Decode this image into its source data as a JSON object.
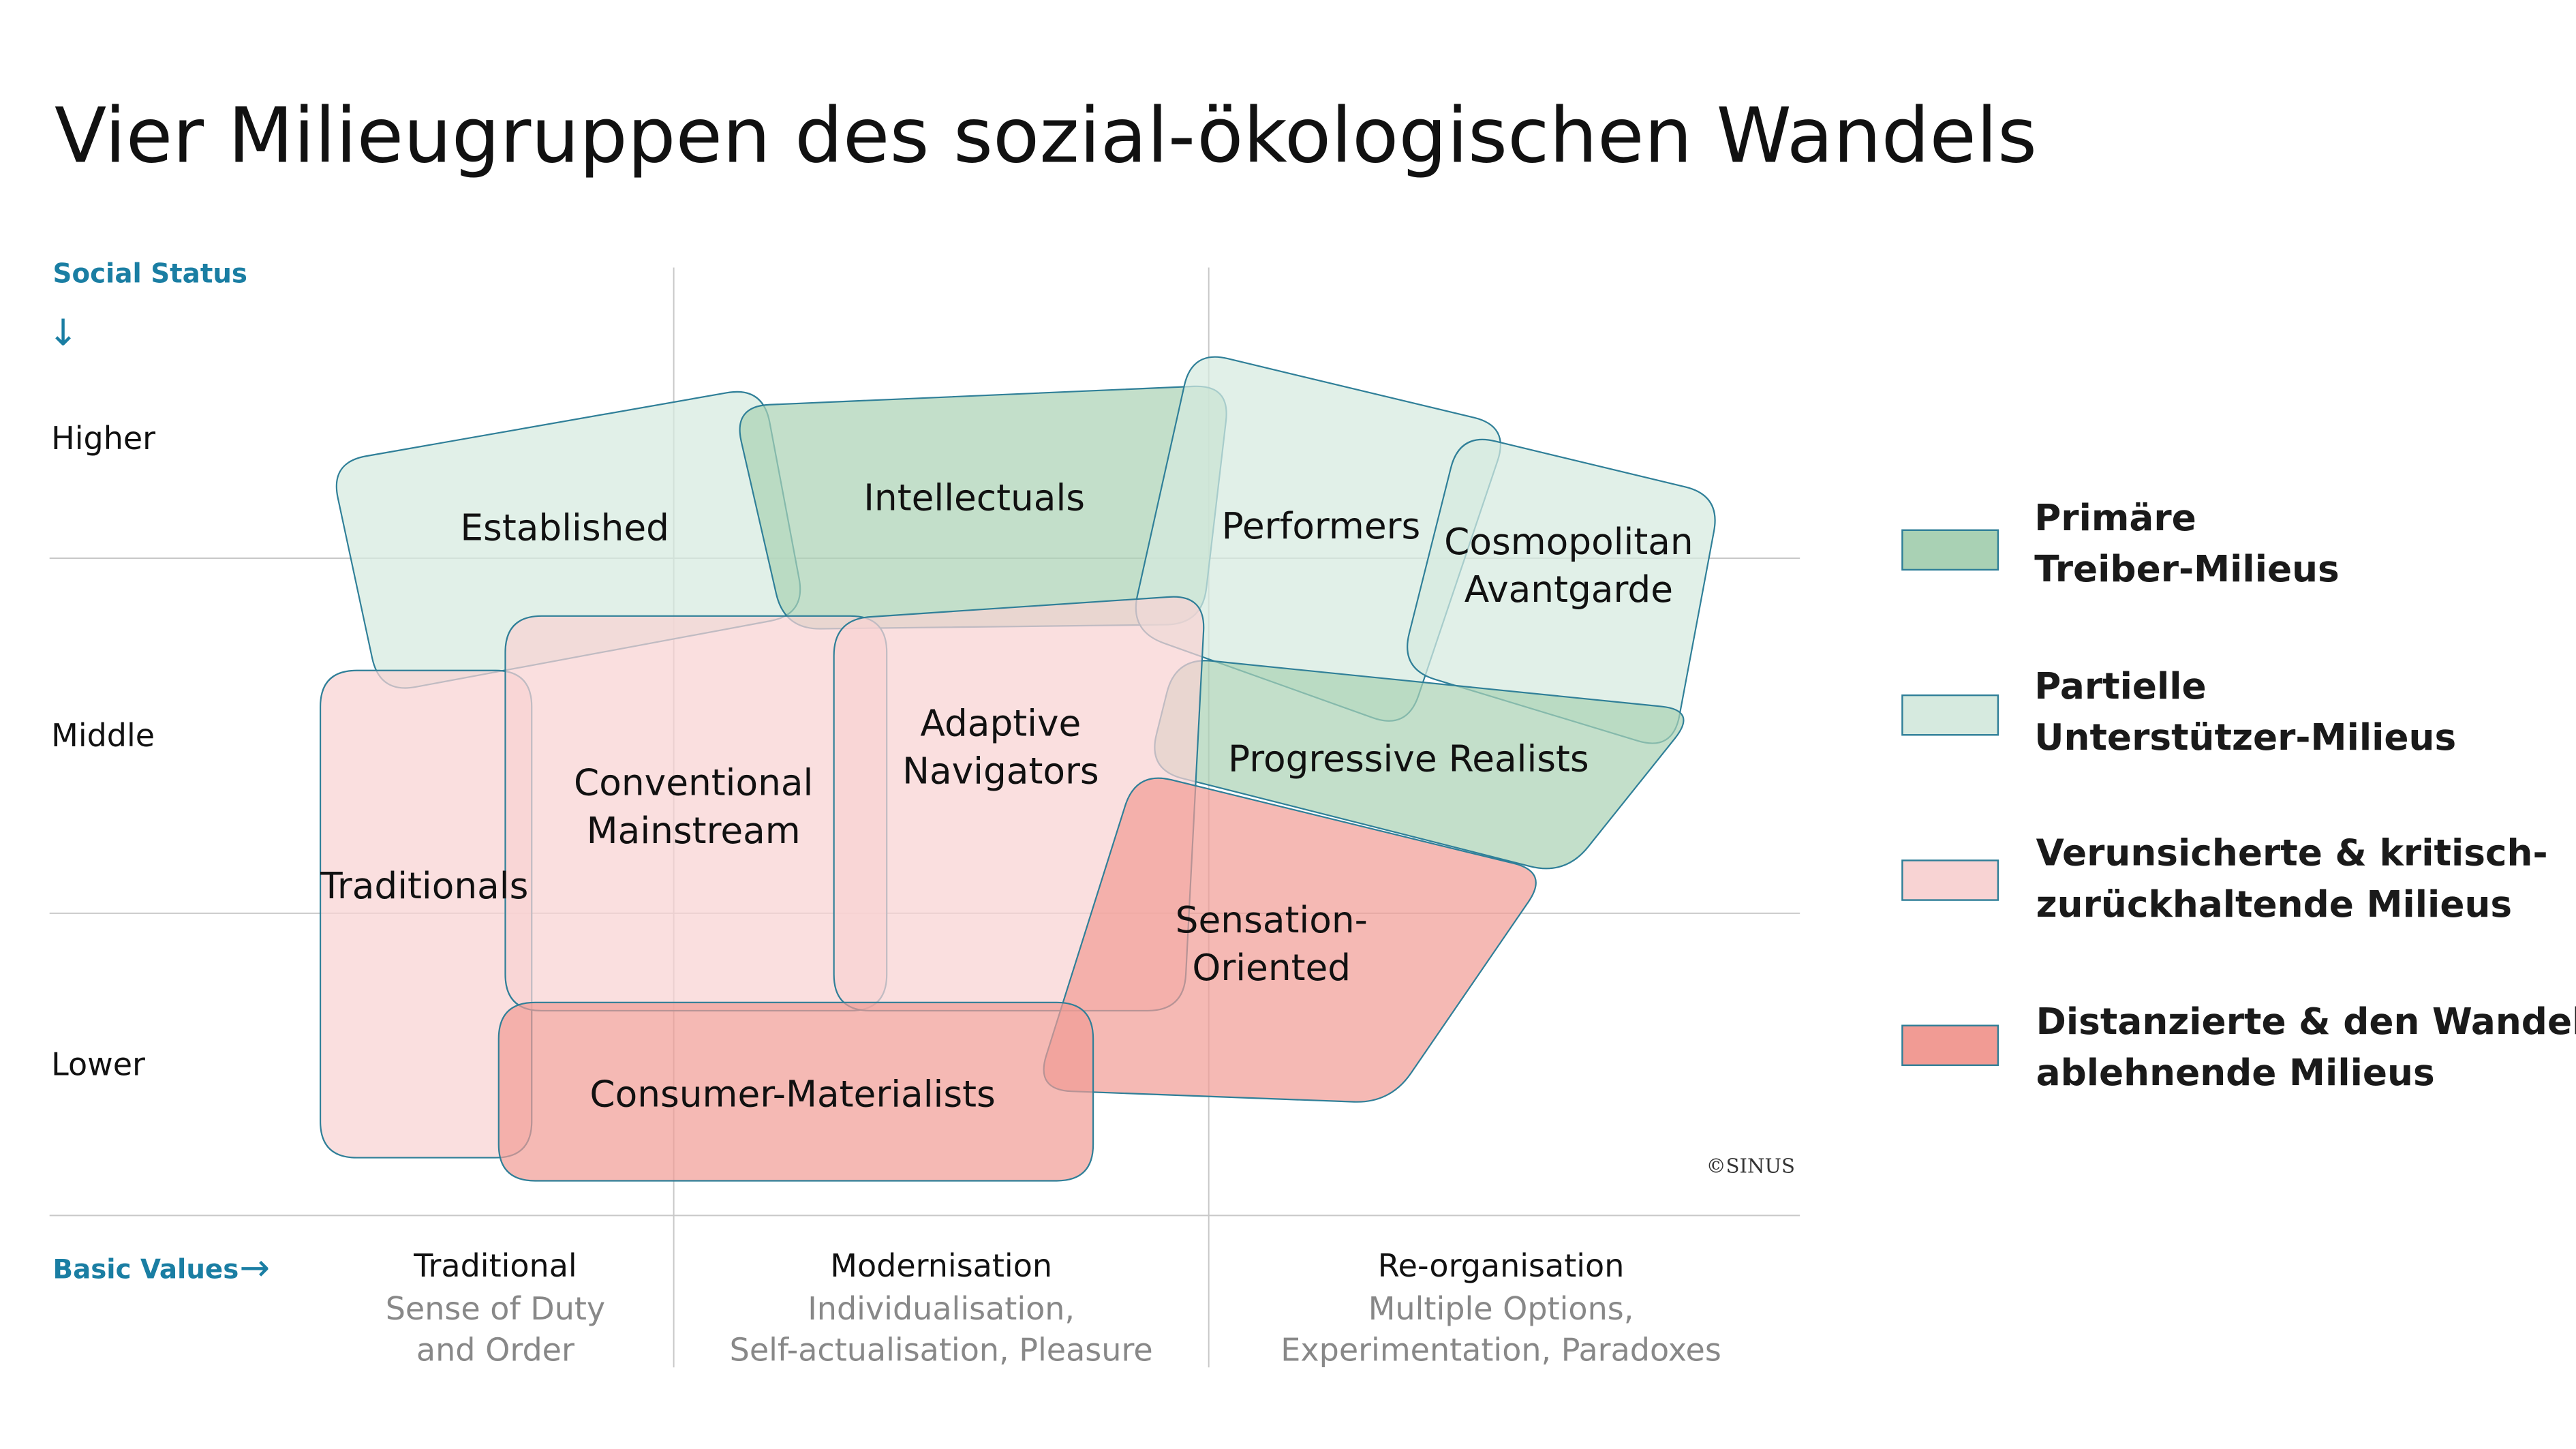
{
  "title": "Vier Milieugruppen des sozial-ökologischen Wandels",
  "y_axis": {
    "label": "Social Status",
    "arrow": "↓",
    "levels": [
      "Higher",
      "Middle",
      "Lower"
    ]
  },
  "x_axis": {
    "label": "Basic Values",
    "arrow": "→",
    "columns": [
      {
        "title": "Traditional",
        "sub1": "Sense of Duty",
        "sub2": "and Order"
      },
      {
        "title": "Modernisation",
        "sub1": "Individualisation,",
        "sub2": "Self-actualisation, Pleasure"
      },
      {
        "title": "Re-organisation",
        "sub1": "Multiple Options,",
        "sub2": "Experimentation, Paradoxes"
      }
    ]
  },
  "colors": {
    "primary": "#a9d1b4",
    "partial": "#d6eadf",
    "uncertain": "#f8d3d3",
    "distanced": "#f19b94",
    "stroke": "#2f7f98",
    "accent": "#1a7ea3"
  },
  "milieus": [
    {
      "id": "established",
      "lines": [
        "Established"
      ],
      "group": "partial"
    },
    {
      "id": "intellectuals",
      "lines": [
        "Intellectuals"
      ],
      "group": "primary"
    },
    {
      "id": "performers",
      "lines": [
        "Performers"
      ],
      "group": "partial"
    },
    {
      "id": "cosmopolitan",
      "lines": [
        "Cosmopolitan",
        "Avantgarde"
      ],
      "group": "partial"
    },
    {
      "id": "progressive",
      "lines": [
        "Progressive Realists"
      ],
      "group": "primary"
    },
    {
      "id": "traditionals",
      "lines": [
        "Traditionals"
      ],
      "group": "uncertain"
    },
    {
      "id": "conventional",
      "lines": [
        "Conventional",
        "Mainstream"
      ],
      "group": "uncertain"
    },
    {
      "id": "adaptive",
      "lines": [
        "Adaptive",
        "Navigators"
      ],
      "group": "uncertain"
    },
    {
      "id": "sensation",
      "lines": [
        "Sensation-",
        "Oriented"
      ],
      "group": "distanced"
    },
    {
      "id": "consumer",
      "lines": [
        "Consumer-Materialists"
      ],
      "group": "distanced"
    }
  ],
  "legend": [
    {
      "group": "primary",
      "line1": "Primäre",
      "line2": "Treiber-Milieus"
    },
    {
      "group": "partial",
      "line1": "Partielle",
      "line2": "Unterstützer-Milieus"
    },
    {
      "group": "uncertain",
      "line1": "Verunsicherte & kritisch-",
      "line2": "zurückhaltende Milieus"
    },
    {
      "group": "distanced",
      "line1": "Distanzierte & den Wandel",
      "line2": "ablehnende Milieus"
    }
  ],
  "copyright": "©SINUS"
}
